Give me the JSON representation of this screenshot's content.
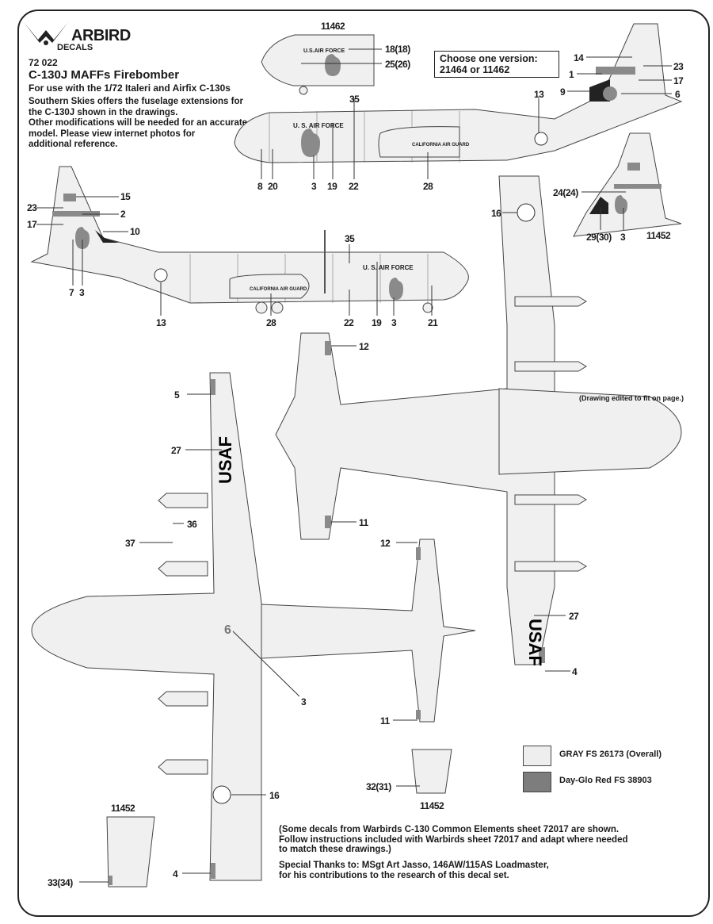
{
  "brand": {
    "logo_word": "ARBIRD",
    "logo_sub": "DECALS"
  },
  "header": {
    "catalog_number": "72 022",
    "title": "C-130J MAFFs Firebomber",
    "subtitle": "For use with the 1/72 Italeri and Airfix C-130s",
    "intro_lines": [
      "Southern Skies offers the fuselage extensions for",
      "the C-130J shown in the drawings.",
      "Other modifications will be needed for an accurate",
      "model.  Please view internet photos for",
      "additional reference."
    ]
  },
  "version_box": {
    "line1": "Choose one version:",
    "line2": "21464 or 11462"
  },
  "views": {
    "nose_detail": {
      "serial_label": "11462",
      "fuselage_text": "U.S.AIR FORCE",
      "callouts": [
        "18(18)",
        "25(26)"
      ]
    },
    "upper_profile": {
      "fuselage_text": "U. S. AIR FORCE",
      "pod_text": "CALIFORNIA AIR GUARD",
      "callouts_top": [
        "35",
        "13",
        "14",
        "1",
        "9",
        "23",
        "17",
        "6"
      ],
      "callouts_bottom": [
        "8",
        "20",
        "3",
        "19",
        "22",
        "28"
      ]
    },
    "tail_detail": {
      "serial_label": "11452",
      "callouts": [
        "24(24)",
        "29(30)",
        "3"
      ]
    },
    "lower_profile": {
      "fuselage_text": "U. S. AIR FORCE",
      "pod_text": "CALIFORNIA AIR GUARD",
      "callouts_left": [
        "23",
        "17"
      ],
      "callouts_right": [
        "15",
        "2",
        "10",
        "35"
      ],
      "callouts_bottom": [
        "7",
        "3",
        "13",
        "28",
        "22",
        "19",
        "3",
        "21"
      ]
    },
    "top_view": {
      "callouts": [
        "16",
        "12",
        "11",
        "27",
        "4"
      ],
      "wing_text": "USAF",
      "note": "(Drawing edited to fit on page.)"
    },
    "bottom_view": {
      "callouts": [
        "5",
        "27",
        "36",
        "37",
        "3",
        "12",
        "11",
        "16",
        "4"
      ],
      "wing_text": "USAF",
      "fuselage_number": "6"
    },
    "wingtip_details": [
      {
        "serial_label": "11452",
        "callout": "33(34)"
      },
      {
        "serial_label": "11452",
        "callout": "32(31)"
      }
    ]
  },
  "legend": [
    {
      "label": "GRAY FS 26173 (Overall)",
      "color": "#eeeeee"
    },
    {
      "label": "Day-Glo Red FS 38903",
      "color": "#7d7d7d"
    }
  ],
  "footer": {
    "note_lines": [
      "(Some decals from Warbirds C-130 Common Elements sheet 72017 are shown.",
      "Follow instructions included with Warbirds sheet 72017 and adapt where needed",
      "to match these drawings.)"
    ],
    "thanks_lines": [
      "Special Thanks to: MSgt Art Jasso, 146AW/115AS Loadmaster,",
      "for his contributions to the research of this decal set."
    ]
  }
}
